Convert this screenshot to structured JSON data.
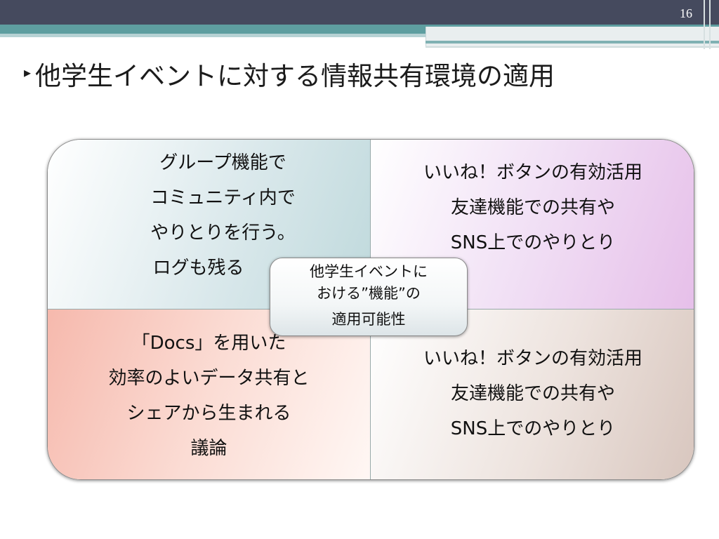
{
  "slide": {
    "page_number": "16",
    "title_bullet": "▸",
    "title": "他学生イベントに対する情報共有環境の適用"
  },
  "matrix": {
    "top_left": [
      "グループ機能で",
      "コミュニティ内で",
      "やりとりを行う。",
      "ログも残る"
    ],
    "top_right": [
      "いいね！ボタンの有効活用",
      "友達機能での共有や",
      "SNS上でのやりとり"
    ],
    "bottom_left": [
      "「Docs」を用いた",
      "効率のよいデータ共有と",
      "シェアから生まれる",
      "議論"
    ],
    "bottom_right": [
      "いいね！ボタンの有効活用",
      "友達機能での共有や",
      "SNS上でのやりとり"
    ],
    "center": [
      "他学生イベントに",
      "おける”機能”の",
      "適用可能性"
    ]
  },
  "colors": {
    "header_dark": "#454a5e",
    "header_teal": "#5e9ea0",
    "q_top_left": "#bfd9dc",
    "q_top_right": "#e6bfe9",
    "q_bottom_left": "#f6b9ad",
    "q_bottom_right": "#d8c6be"
  }
}
